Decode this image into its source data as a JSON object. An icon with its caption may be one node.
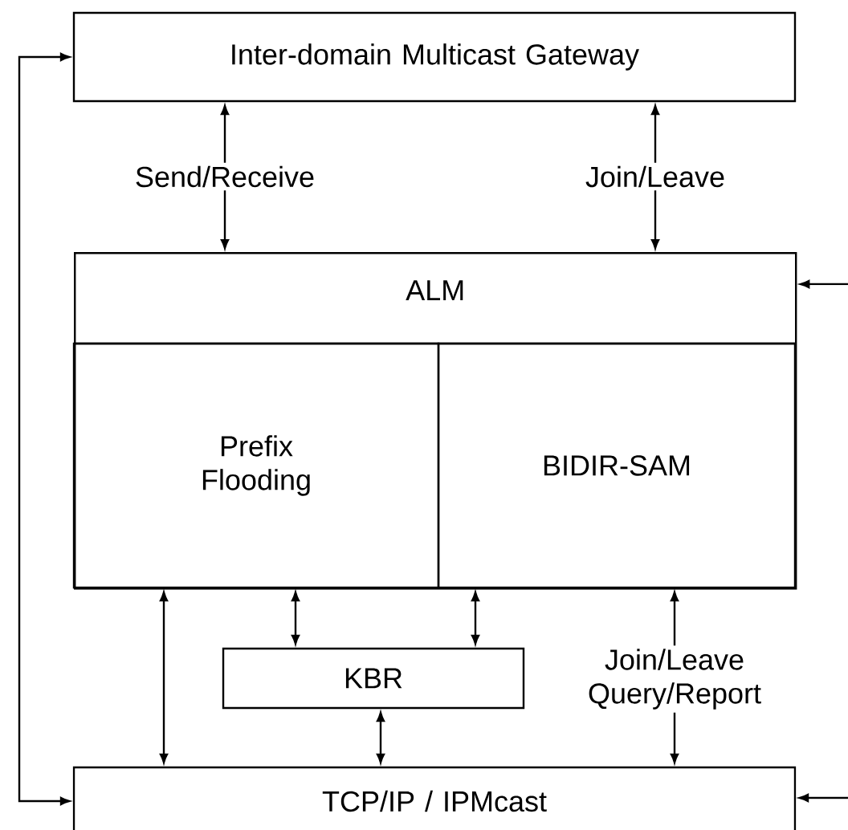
{
  "diagram": {
    "nodes": [
      {
        "text": [
          "Inter-domain Multicast Gateway"
        ]
      },
      {
        "text": [
          "ALM"
        ]
      },
      {
        "text": [
          "Prefix Flooding"
        ],
        "in": 1
      },
      {
        "text": [
          "BIDIR-SAM"
        ],
        "in": 1
      },
      {
        "text": [
          "KBR"
        ]
      },
      {
        "text": [
          "TCP/IP / IPMcast"
        ]
      }
    ],
    "edges": [
      {
        "from": 0,
        "to": 1,
        "arrow": "both",
        "label": "Send/Receive"
      },
      {
        "from": 0,
        "to": 1,
        "arrow": "both",
        "label": "Join/Leave"
      },
      {
        "from": 5,
        "to": 0,
        "arrow": "both"
      },
      {
        "from": null,
        "to": 1,
        "arrow": "to"
      },
      {
        "from": 2,
        "to": 5,
        "arrow": "both"
      },
      {
        "from": 2,
        "to": 4,
        "arrow": "both"
      },
      {
        "from": 3,
        "to": 4,
        "arrow": "both"
      },
      {
        "from": 4,
        "to": 5,
        "arrow": "both"
      },
      {
        "from": 3,
        "to": 5,
        "arrow": "both",
        "label": "Join/Leave Query/Report"
      },
      {
        "from": null,
        "to": 5,
        "arrow": "to"
      }
    ]
  }
}
